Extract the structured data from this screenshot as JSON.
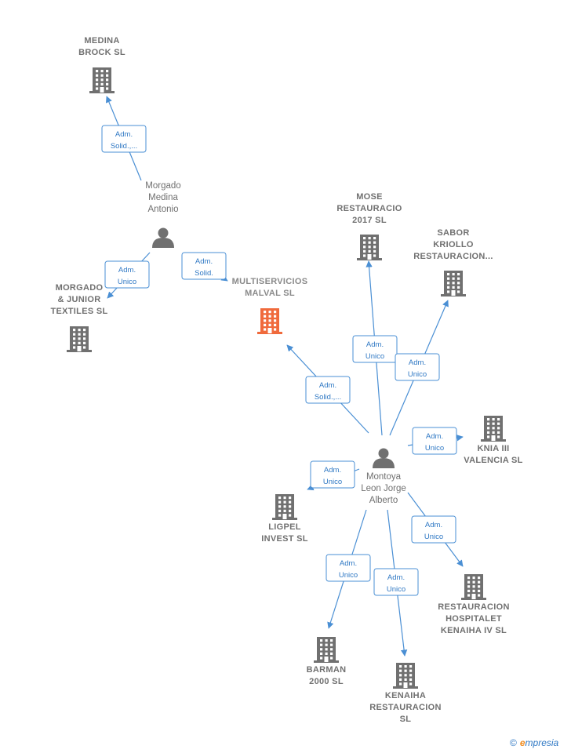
{
  "companies": [
    {
      "id": "medina-brock",
      "lines": [
        "MEDINA",
        "BROCK  SL"
      ],
      "focus": false
    },
    {
      "id": "morgado-junior",
      "lines": [
        "MORGADO",
        "& JUNIOR",
        "TEXTILES  SL"
      ],
      "focus": false
    },
    {
      "id": "multiservicios-malval",
      "lines": [
        "MULTISERVICIOS",
        "MALVAL  SL"
      ],
      "focus": true
    },
    {
      "id": "mose-restauracio",
      "lines": [
        "MOSE",
        "RESTAURACIO",
        "2017  SL"
      ],
      "focus": false
    },
    {
      "id": "sabor-kriollo",
      "lines": [
        "SABOR",
        "KRIOLLO",
        "RESTAURACION..."
      ],
      "focus": false
    },
    {
      "id": "knia-iii",
      "lines": [
        "KNIA III",
        "VALENCIA  SL"
      ],
      "focus": false
    },
    {
      "id": "ligpel-invest",
      "lines": [
        "LIGPEL",
        "INVEST  SL"
      ],
      "focus": false
    },
    {
      "id": "restauracion-hospitalet",
      "lines": [
        "RESTAURACION",
        "HOSPITALET",
        "KENAIHA IV  SL"
      ],
      "focus": false
    },
    {
      "id": "barman-2000",
      "lines": [
        "BARMAN",
        "2000  SL"
      ],
      "focus": false
    },
    {
      "id": "kenaiha-restauracion",
      "lines": [
        "KENAIHA",
        "RESTAURACION",
        "SL"
      ],
      "focus": false
    }
  ],
  "persons": [
    {
      "id": "morgado-medina-antonio",
      "lines": [
        "Morgado",
        "Medina",
        "Antonio"
      ]
    },
    {
      "id": "montoya-leon-jorge-alberto",
      "lines": [
        "Montoya",
        "Leon Jorge",
        "Alberto"
      ]
    }
  ],
  "edges": [
    {
      "id": "e1",
      "from": "morgado-medina-antonio",
      "to": "medina-brock",
      "lines": [
        "Adm.",
        "Solid.,..."
      ]
    },
    {
      "id": "e2",
      "from": "morgado-medina-antonio",
      "to": "morgado-junior",
      "lines": [
        "Adm.",
        "Unico"
      ]
    },
    {
      "id": "e3",
      "from": "morgado-medina-antonio",
      "to": "multiservicios-malval",
      "lines": [
        "Adm.",
        "Solid."
      ]
    },
    {
      "id": "e4",
      "from": "montoya-leon-jorge-alberto",
      "to": "multiservicios-malval",
      "lines": [
        "Adm.",
        "Solid.,..."
      ]
    },
    {
      "id": "e5",
      "from": "montoya-leon-jorge-alberto",
      "to": "mose-restauracio",
      "lines": [
        "Adm.",
        "Unico"
      ]
    },
    {
      "id": "e6",
      "from": "montoya-leon-jorge-alberto",
      "to": "sabor-kriollo",
      "lines": [
        "Adm.",
        "Unico"
      ]
    },
    {
      "id": "e7",
      "from": "montoya-leon-jorge-alberto",
      "to": "knia-iii",
      "lines": [
        "Adm.",
        "Unico"
      ]
    },
    {
      "id": "e8",
      "from": "montoya-leon-jorge-alberto",
      "to": "ligpel-invest",
      "lines": [
        "Adm.",
        "Unico"
      ]
    },
    {
      "id": "e9",
      "from": "montoya-leon-jorge-alberto",
      "to": "restauracion-hospitalet",
      "lines": [
        "Adm.",
        "Unico"
      ]
    },
    {
      "id": "e10",
      "from": "montoya-leon-jorge-alberto",
      "to": "barman-2000",
      "lines": [
        "Adm.",
        "Unico"
      ]
    },
    {
      "id": "e11",
      "from": "montoya-leon-jorge-alberto",
      "to": "kenaiha-restauracion",
      "lines": [
        "Adm.",
        "Unico"
      ]
    }
  ],
  "colors": {
    "edge": "#4a8fd4",
    "edge_text": "#2f78c4",
    "building": "#707070",
    "building_focus": "#f06a3c",
    "person": "#707070",
    "label": "#707070"
  },
  "icons": {
    "company": "building-icon",
    "person": "person-icon",
    "brand": "copyright-icon"
  },
  "brand": {
    "copyright": "©",
    "initial": "e",
    "rest": "mpresia"
  }
}
